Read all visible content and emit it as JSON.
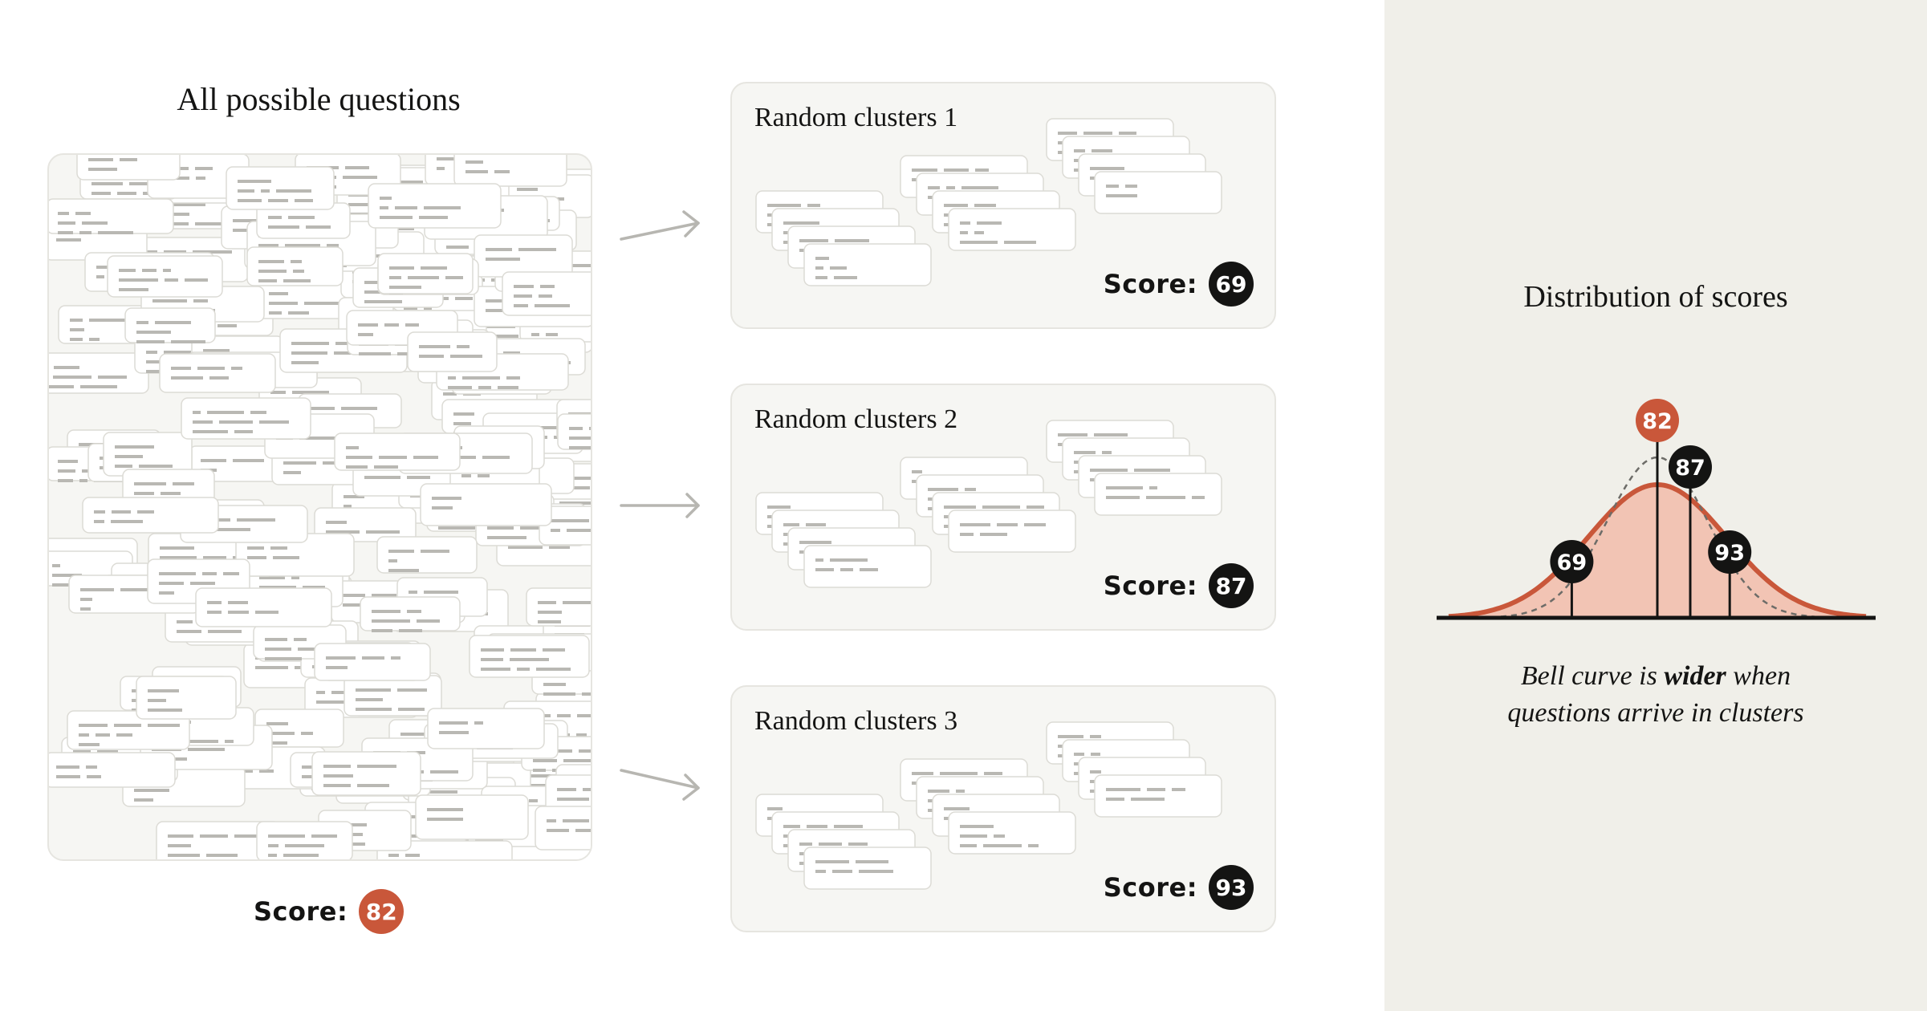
{
  "pool": {
    "title": "All possible questions",
    "score_label": "Score:",
    "score": "82"
  },
  "clusters": [
    {
      "title": "Random clusters 1",
      "score_label": "Score:",
      "score": "69"
    },
    {
      "title": "Random clusters 2",
      "score_label": "Score:",
      "score": "87"
    },
    {
      "title": "Random clusters 3",
      "score_label": "Score:",
      "score": "93"
    }
  ],
  "distribution": {
    "title": "Distribution of scores",
    "markers": [
      {
        "score": 69,
        "label": "69",
        "color": "#141413"
      },
      {
        "score": 82,
        "label": "82",
        "color": "#c9573a"
      },
      {
        "score": 87,
        "label": "87",
        "color": "#141413"
      },
      {
        "score": 93,
        "label": "93",
        "color": "#141413"
      }
    ],
    "caption_before": "Bell curve is ",
    "caption_bold": "wider",
    "caption_after": " when",
    "caption_line2": "questions arrive in clusters"
  },
  "colors": {
    "accent": "#c9573a",
    "dark": "#141413",
    "curve_fill": "#f2c4b4",
    "panel_bg": "#f0efe9",
    "card_bg": "#ffffff",
    "card_border": "#dcdbd5",
    "line_gray": "#b9b8b3",
    "arrow": "#b7b6b1"
  }
}
